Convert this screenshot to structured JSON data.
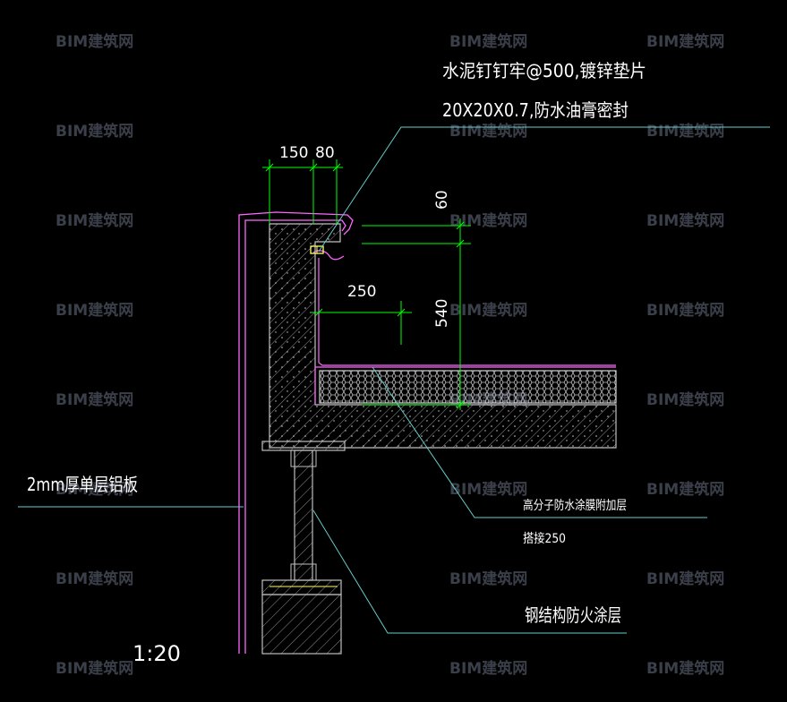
{
  "annotations": {
    "nail_note_line1": "水泥钉钉牢@500,镀锌垫片",
    "nail_note_line2": "20X20X0.7,防水油膏密封",
    "aluminum_panel": "2mm厚单层铝板",
    "membrane_line1": "高分子防水涂膜附加层",
    "membrane_line2": "搭接250",
    "fireproof": "钢结构防火涂层",
    "scale": "1:20"
  },
  "dimensions": {
    "d150": "150",
    "d80": "80",
    "d60": "60",
    "d540": "540",
    "d250": "250"
  },
  "watermark": "BIM建筑网",
  "colors": {
    "background": "#000000",
    "leader_cyan": "#66cccc",
    "dim_green": "#00ff00",
    "outline_magenta": "#ff66ff",
    "hatch_gray": "#9a9a9a",
    "text_white": "#ffffff"
  }
}
